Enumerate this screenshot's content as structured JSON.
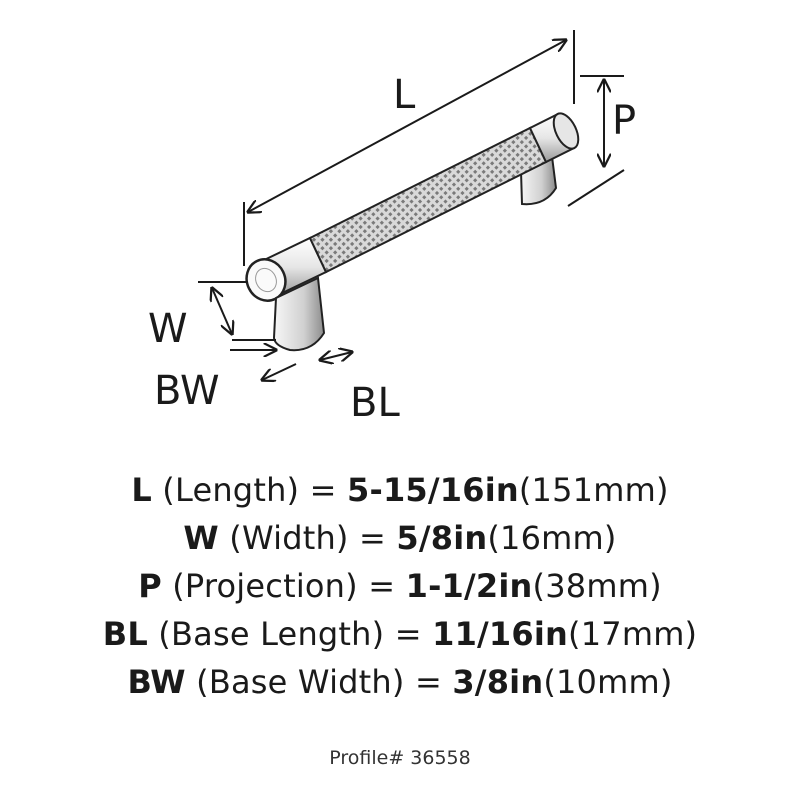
{
  "diagram": {
    "labels": {
      "L": "L",
      "P": "P",
      "W": "W",
      "BW": "BW",
      "BL": "BL"
    },
    "colors": {
      "metal_dark": "#3a3a3a",
      "metal_light": "#f4f4f4",
      "knurl": "#8a8a8a",
      "line": "#1a1a1a"
    }
  },
  "specs": [
    {
      "abbr": "L",
      "name": " (Length) = ",
      "value_in": "5-15/16in",
      "value_mm": "(151mm)"
    },
    {
      "abbr": "W",
      "name": " (Width) = ",
      "value_in": "5/8in",
      "value_mm": "(16mm)"
    },
    {
      "abbr": "P",
      "name": " (Projection) = ",
      "value_in": "1-1/2in",
      "value_mm": "(38mm)"
    },
    {
      "abbr": "BL",
      "name": " (Base Length) = ",
      "value_in": "11/16in",
      "value_mm": "(17mm)"
    },
    {
      "abbr": "BW",
      "name": " (Base Width) = ",
      "value_in": "3/8in",
      "value_mm": "(10mm)"
    }
  ],
  "profile": "Profile# 36558"
}
